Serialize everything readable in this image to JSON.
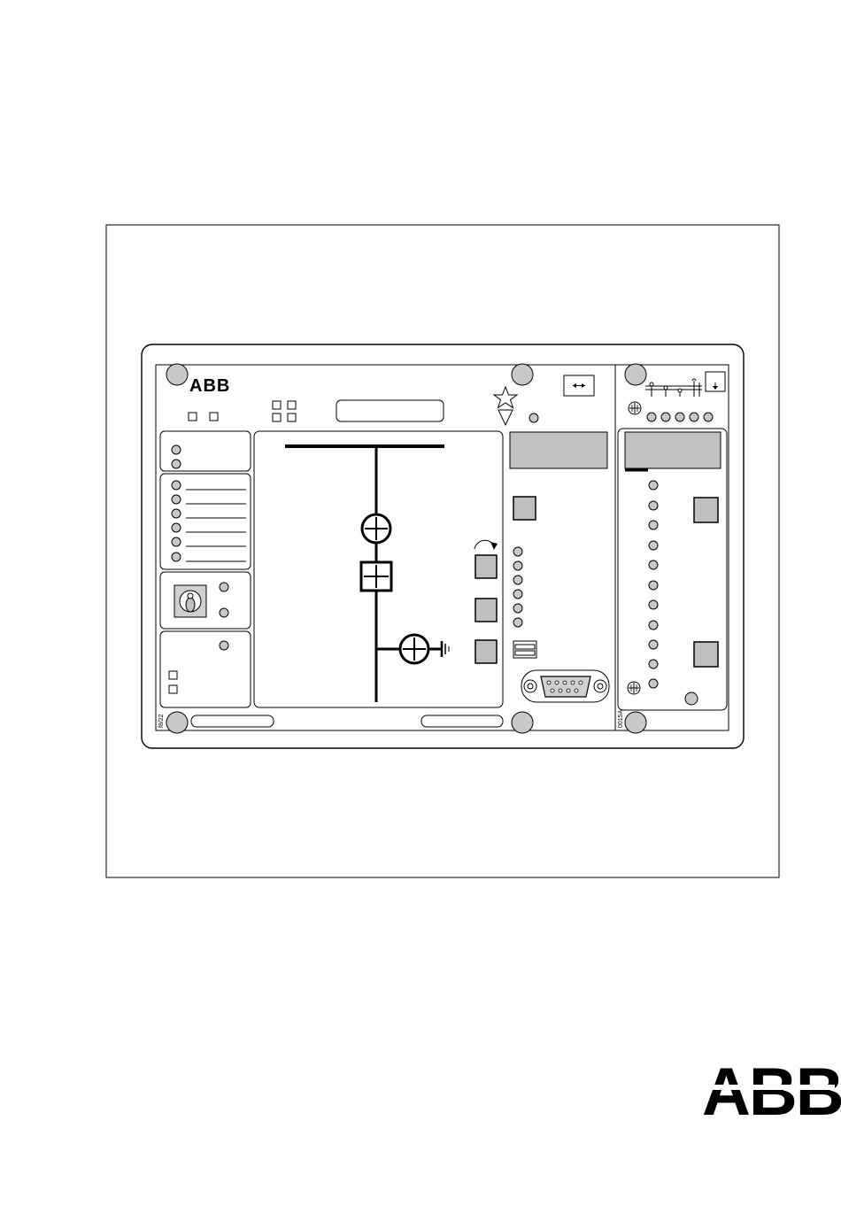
{
  "panel": {
    "logo_text": "ABB",
    "left_side_code": "f8/22",
    "right_side_code": "0015A"
  },
  "footer": {
    "logo_text": "ABB"
  },
  "colors": {
    "line": "#000000",
    "led_fill": "#c8c8c8",
    "button_fill": "#bfbfbf",
    "display_fill": "#c0c0c0",
    "background": "#ffffff"
  },
  "icons": {
    "star": "star-icon",
    "triangle": "triangle-down-icon",
    "rotate_arrow": "rotate-arrow-icon",
    "key_switch": "key-switch-icon",
    "screw": "screw-icon",
    "serial_port": "serial-port-icon",
    "ground": "ground-icon",
    "arrows_lr": "arrows-left-right-icon"
  }
}
